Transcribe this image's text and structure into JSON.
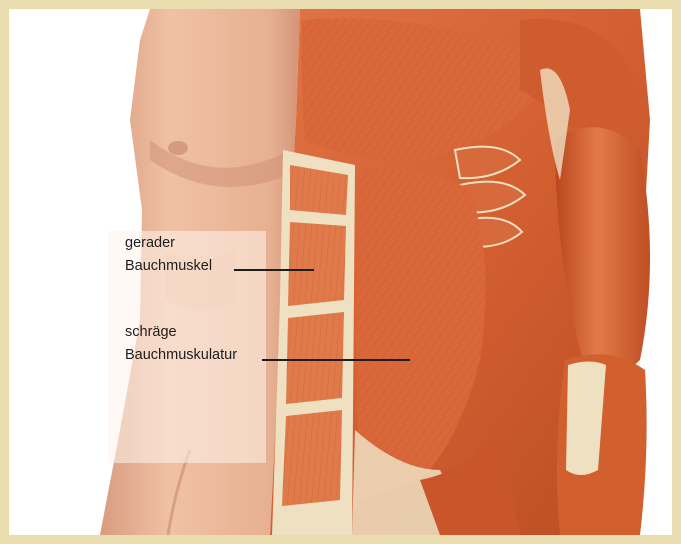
{
  "colors": {
    "frame": "#e9dcae",
    "skin": "#eab79a",
    "skin_shadow": "#cf9276",
    "muscle": "#d9673a",
    "muscle_dark": "#a8431f",
    "muscle_light": "#ea8a5c",
    "tendon": "#efe0c2",
    "label_text": "#1d1d1d"
  },
  "labels": {
    "rectus": {
      "line1": "gerader",
      "line2": "Bauchmuskel"
    },
    "oblique": {
      "line1": "schräge",
      "line2": "Bauchmuskulatur"
    }
  }
}
